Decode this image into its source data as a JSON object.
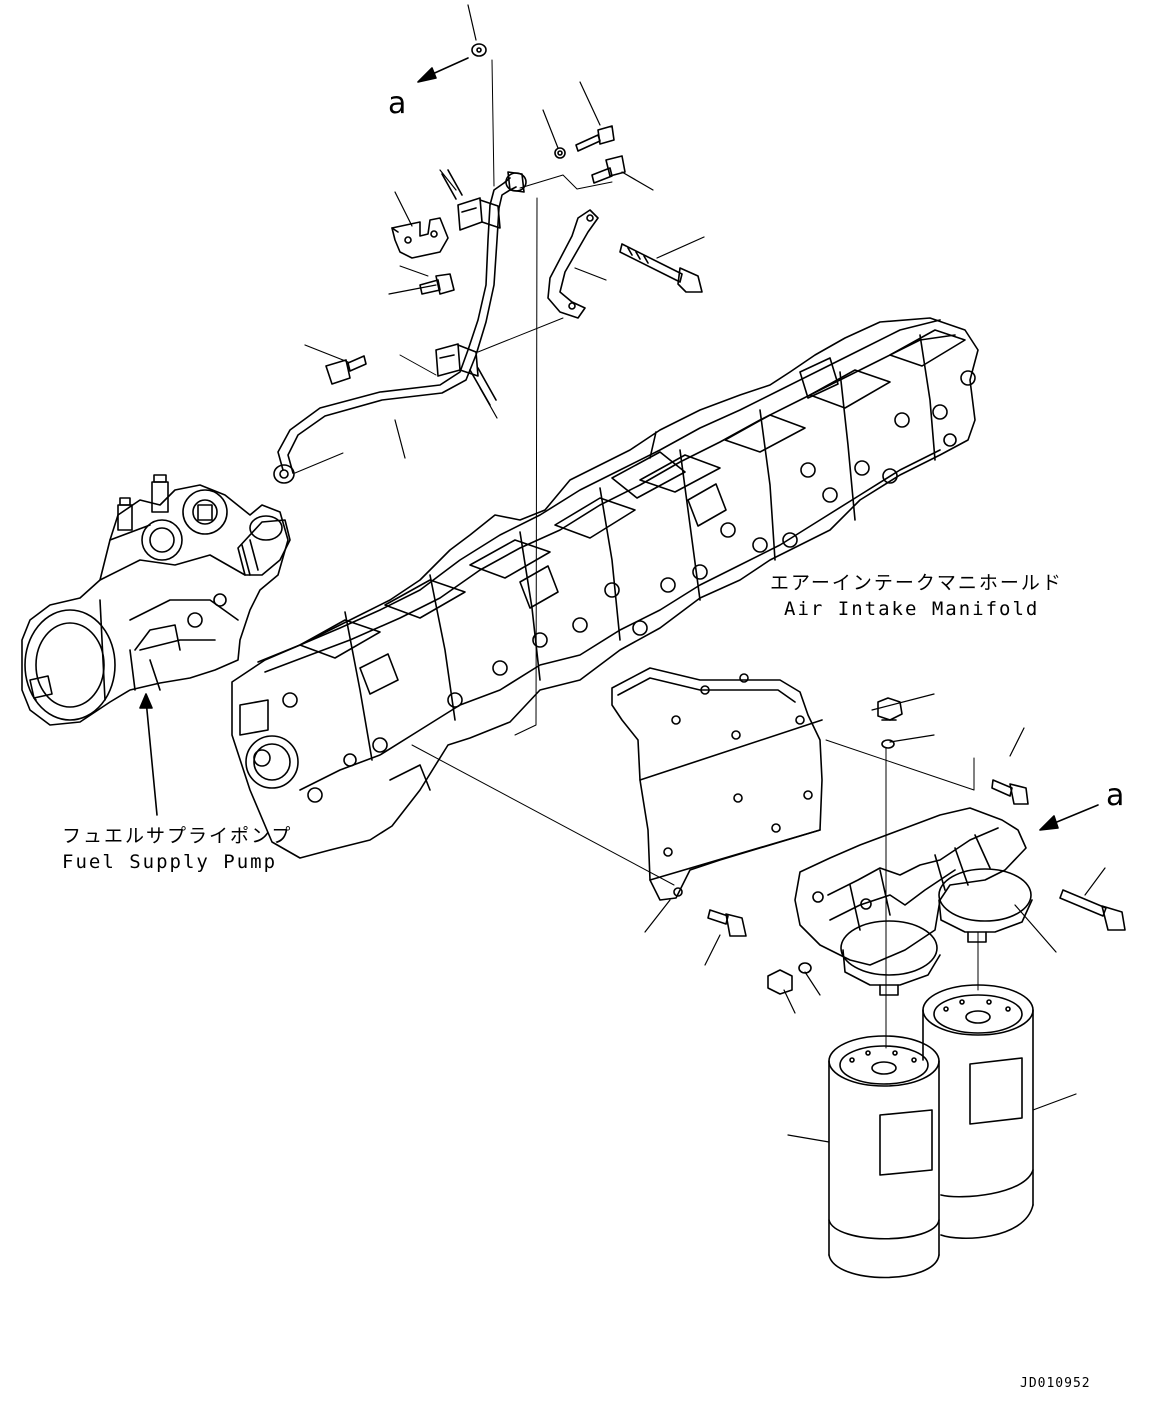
{
  "labels": {
    "manifold_ja": "エアーインテークマニホールド",
    "manifold_en": "Air Intake Manifold",
    "pump_ja": "フュエルサプライポンプ",
    "pump_en": "Fuel Supply Pump"
  },
  "refs": {
    "view_a_top": "a",
    "view_a_right": "a"
  },
  "drawing_code": "JD010952"
}
